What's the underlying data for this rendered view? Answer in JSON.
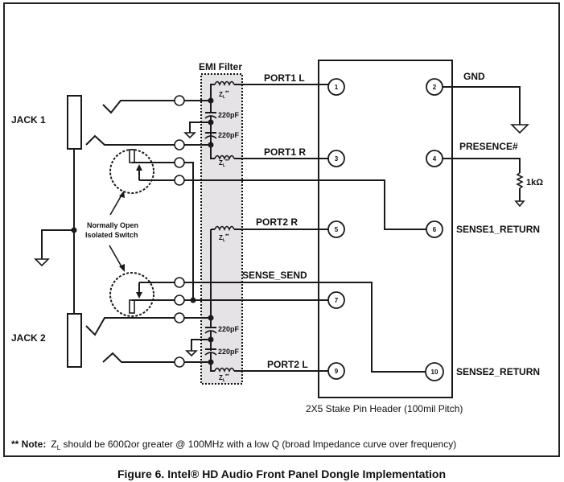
{
  "figure": {
    "caption": "Figure 6.  Intel® HD Audio Front Panel Dongle Implementation",
    "note_prefix": "** Note:",
    "note_zl": "Z",
    "note_zl_sub": "L",
    "note_text": " should be 600Ωor greater @ 100MHz with a low Q (broad Impedance curve over frequency)"
  },
  "jacks": [
    {
      "label": "JACK 1"
    },
    {
      "label": "JACK 2"
    }
  ],
  "switch_label": {
    "line1": "Normally Open",
    "line2": "Isolated Switch"
  },
  "emi_filter": {
    "title": "EMI Filter",
    "inductor_label": "Z",
    "inductor_sub": "L",
    "inductor_suffix": "**",
    "capacitor_value": "220pF",
    "fill_color": "#e6e3e6"
  },
  "header": {
    "caption": "2X5 Stake Pin Header (100mil Pitch)",
    "pins": [
      "1",
      "2",
      "3",
      "4",
      "5",
      "6",
      "7",
      "9",
      "10"
    ]
  },
  "signals": {
    "port1_l": "PORT1 L",
    "port1_r": "PORT1 R",
    "port2_r": "PORT2 R",
    "port2_l": "PORT2 L",
    "sense_send": "SENSE_SEND",
    "gnd": "GND",
    "presence": "PRESENCE#",
    "sense1_return": "SENSE1_RETURN",
    "sense2_return": "SENSE2_RETURN"
  },
  "resistor": {
    "value": "1kΩ"
  }
}
